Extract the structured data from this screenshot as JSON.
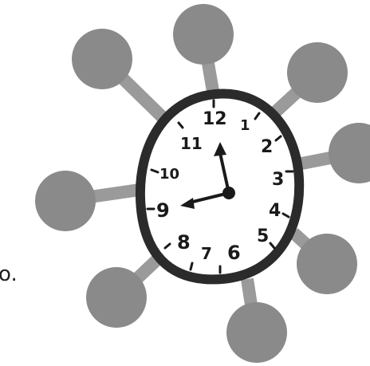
{
  "left_fragment_text": "o.",
  "colors": {
    "node": "#8a8a8a",
    "spoke": "#9a9a9a",
    "clock_outline": "#2b2b2b",
    "clock_face": "#ffffff",
    "ink": "#1a1a1a"
  },
  "clock": {
    "numbers": [
      "12",
      "1",
      "2",
      "3",
      "4",
      "5",
      "6",
      "7",
      "8",
      "9",
      "10",
      "11"
    ],
    "time_shown": "9:00"
  },
  "icons": [
    "clock-icon",
    "network-node-icon"
  ]
}
